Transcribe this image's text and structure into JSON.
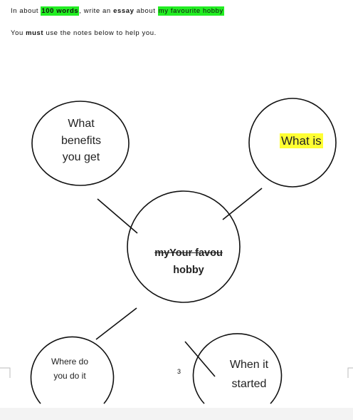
{
  "instruction": {
    "prefix": "In about",
    "words": "100 words",
    "middle": ", write an",
    "essay": "essay",
    "about": "about",
    "topic": "my favourite hobby"
  },
  "notes_line": {
    "prefix": "You",
    "must": "must",
    "suffix": "use the notes below to help you."
  },
  "bubbles": {
    "benefits": [
      "What",
      "benefits",
      "you get"
    ],
    "what_is": "What is",
    "center_struck": "myYour favou",
    "center_line2": "hobby",
    "where": [
      "Where do",
      "you do it"
    ],
    "when": [
      "When it",
      "started"
    ]
  },
  "page_number": "3",
  "colors": {
    "green_highlight": "#22ee22",
    "yellow_highlight": "#ffff33"
  }
}
